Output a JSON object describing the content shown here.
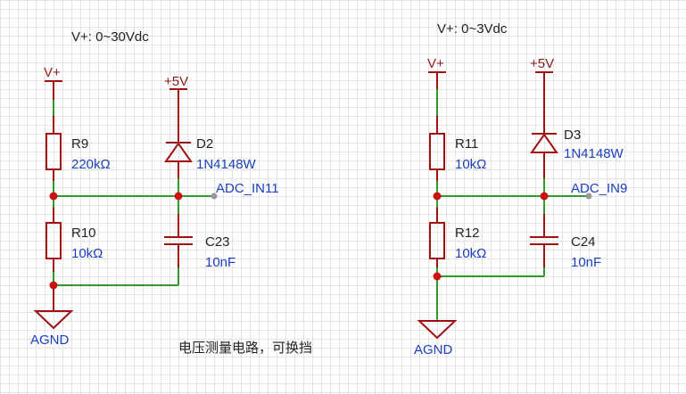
{
  "notes": {
    "left_range": "V+:  0~30Vdc",
    "right_range": "V+:  0~3Vdc",
    "caption": "电压测量电路，可换挡"
  },
  "left_circuit": {
    "vplus_label": "V+",
    "supply_label": "+5V",
    "r_top": {
      "ref": "R9",
      "value": "220kΩ"
    },
    "r_bottom": {
      "ref": "R10",
      "value": "10kΩ"
    },
    "diode": {
      "ref": "D2",
      "value": "1N4148W"
    },
    "cap": {
      "ref": "C23",
      "value": "10nF"
    },
    "net_label": "ADC_IN11",
    "ground_label": "AGND"
  },
  "right_circuit": {
    "vplus_label": "V+",
    "supply_label": "+5V",
    "r_top": {
      "ref": "R11",
      "value": "10kΩ"
    },
    "r_bottom": {
      "ref": "R12",
      "value": "10kΩ"
    },
    "diode": {
      "ref": "D3",
      "value": "1N4148W"
    },
    "cap": {
      "ref": "C24",
      "value": "10nF"
    },
    "net_label": "ADC_IN9",
    "ground_label": "AGND"
  },
  "colors": {
    "wire": "#2e9a2e",
    "component": "#a01010",
    "junction": "#cc1111",
    "label_blue": "#1b3fbf",
    "power_label": "#8b1a1a"
  }
}
